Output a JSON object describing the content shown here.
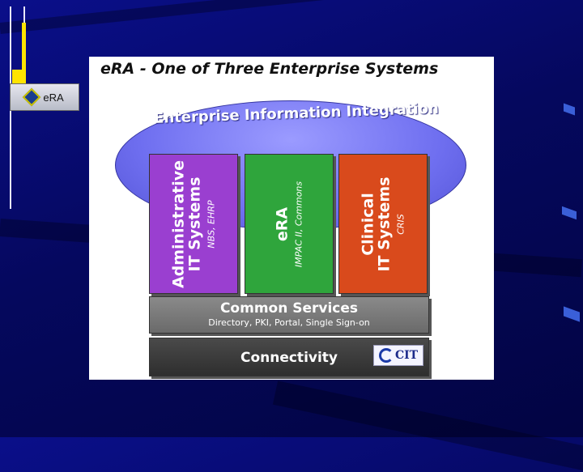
{
  "logo": {
    "text": "eRA"
  },
  "card": {
    "title": "eRA - One of Three Enterprise Systems",
    "ellipse_label": "Enterprise Information Integration",
    "columns": [
      {
        "main1": "Administrative",
        "main2": "IT Systems",
        "sub": "NBS, EHRP",
        "color": "#9a3fd0"
      },
      {
        "main1": "eRA",
        "main2": "",
        "sub": "IMPAC II, Commons",
        "color": "#2fa53c"
      },
      {
        "main1": "Clinical",
        "main2": "IT Systems",
        "sub": "CRIS",
        "color": "#d94a1c"
      }
    ],
    "common_services": {
      "title": "Common Services",
      "subtitle": "Directory, PKI, Portal, Single Sign-on"
    },
    "connectivity": {
      "title": "Connectivity",
      "logo_text": "CIT"
    }
  },
  "colors": {
    "background": "#05085e",
    "accent_yellow": "#ffe400"
  }
}
